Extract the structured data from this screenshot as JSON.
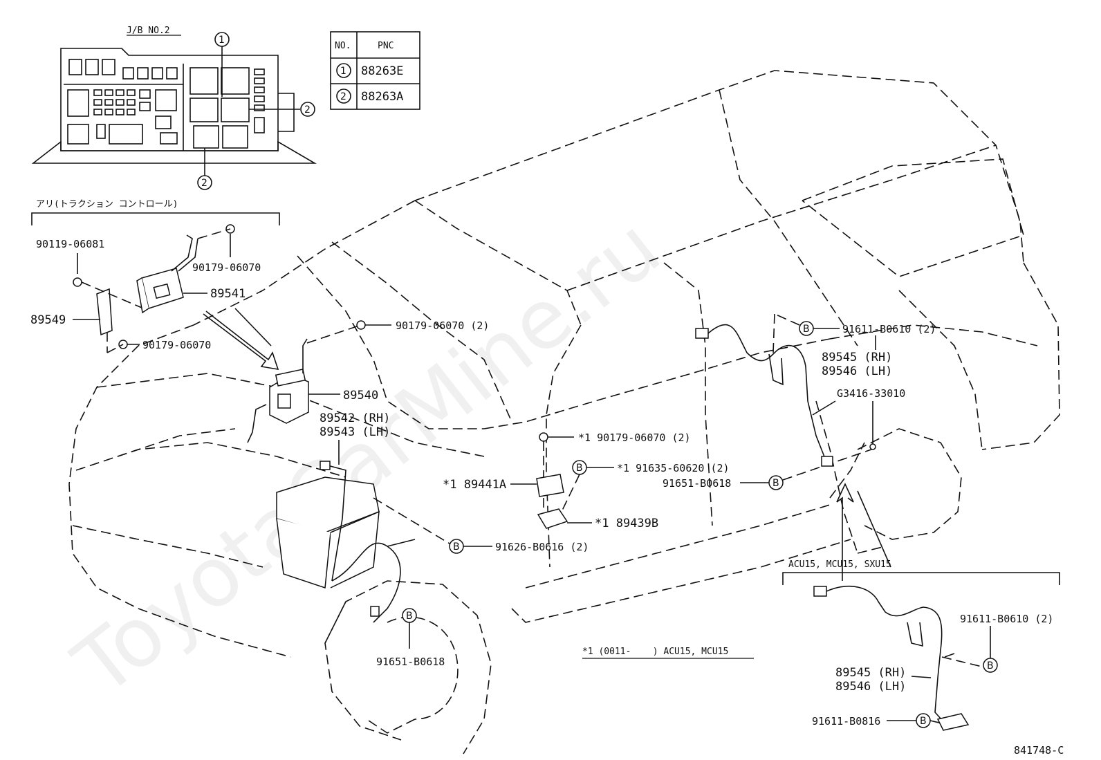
{
  "watermark": "ToyotaCarMine.ru",
  "jb": {
    "title": "J/B NO.2",
    "callout_1": "1",
    "callout_2a": "2",
    "callout_2b": "2"
  },
  "pnc_table": {
    "col_no": "NO.",
    "col_pnc": "PNC",
    "rows": [
      {
        "no": "1",
        "pnc": "88263E"
      },
      {
        "no": "2",
        "pnc": "88263A"
      }
    ]
  },
  "traction": {
    "heading": "アリ(トラクション コントロール)",
    "p_90119": "90119-06081",
    "p_90179_top": "90179-06070",
    "p_89541": "89541",
    "p_89549": "89549",
    "p_90179_bot": "90179-06070"
  },
  "main": {
    "p_90179_2": "90179-06070 (2)",
    "p_89540": "89540",
    "p_89542": "89542 (RH)",
    "p_89543": "89543 (LH)",
    "p_star_90179": "*1 90179-06070 (2)",
    "p_star_91635": "*1 91635-60620 (2)",
    "p_star_89441": "*1 89441A",
    "p_91651_mid": "91651-B0618",
    "p_star_89439": "*1 89439B",
    "p_91626": "91626-B0616 (2)",
    "p_91651_front": "91651-B0618",
    "p_91611_rear": "91611-B0610 (2)",
    "p_89545": "89545 (RH)",
    "p_89546": "89546 (LH)",
    "p_g3416": "G3416-33010",
    "b": "B"
  },
  "inset": {
    "heading": "ACU15, MCU15, SXU15",
    "p_91611_610": "91611-B0610 (2)",
    "p_89545": "89545 (RH)",
    "p_89546": "89546 (LH)",
    "p_91611_816": "91611-B0816"
  },
  "footnote": "*1 (0011-    ) ACU15, MCU15",
  "diagram_code": "841748-C"
}
